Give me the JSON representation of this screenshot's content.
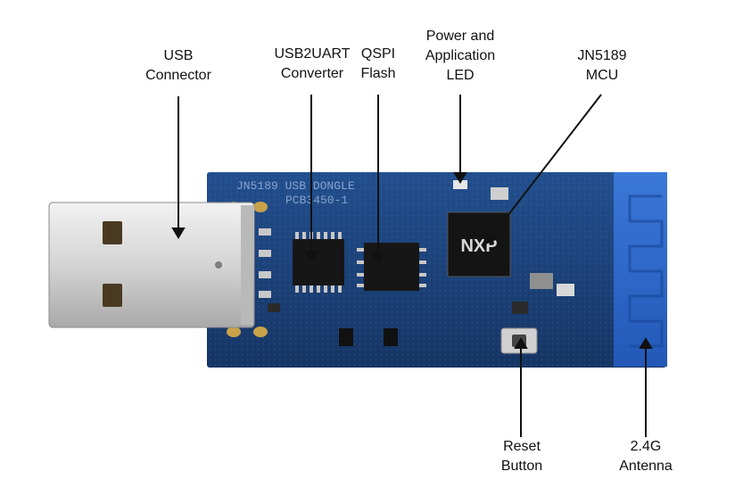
{
  "labels": {
    "usb_connector": [
      "USB",
      "Connector"
    ],
    "usb2uart": [
      "USB2UART",
      "Converter"
    ],
    "qspi": [
      "QSPI",
      "Flash"
    ],
    "led": [
      "Power and",
      "Application",
      "LED"
    ],
    "mcu": [
      "JN5189",
      "MCU"
    ],
    "reset": [
      "Reset",
      "Button"
    ],
    "antenna": [
      "2.4G",
      "Antenna"
    ]
  },
  "silkscreen": {
    "board_name": "JN5189 USB DONGLE",
    "pcb_id": "PCB3450-1",
    "logo": "NXP"
  },
  "colors": {
    "pcb": "#1c3f78",
    "antenna": "#2a63c4",
    "usb_metal": "#d8d8d8",
    "chip": "#151515",
    "text": "#111111",
    "background": "#ffffff"
  }
}
